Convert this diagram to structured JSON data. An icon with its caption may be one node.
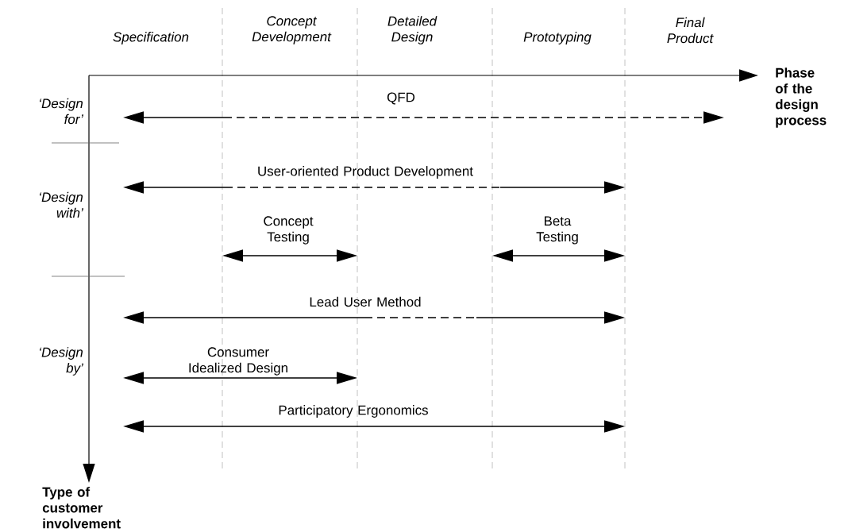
{
  "diagram": {
    "labels": [
      "Specification",
      "Concept Development",
      "Detailed Design",
      "Prototyping",
      "Final Product",
      "Phase of the design process",
      "‘Design for’",
      "QFD",
      "User-oriented Product Development",
      "‘Design with’",
      "Concept Testing",
      "Beta Testing",
      "Lead User Method",
      "‘Design by’",
      "Consumer Idealized Design",
      "Participatory Ergonomics",
      "Type of customer involvement"
    ]
  }
}
